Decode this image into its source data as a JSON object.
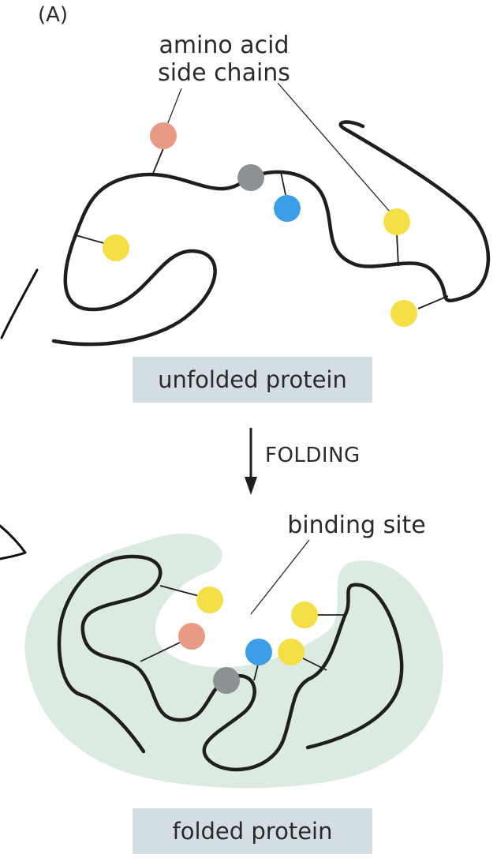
{
  "panel_label": "(A)",
  "labels": {
    "side_chains_line1": "amino acid",
    "side_chains_line2": "side chains",
    "folding_step": "FOLDING",
    "binding_site": "binding site"
  },
  "captions": {
    "unfolded": "unfolded protein",
    "folded": "folded protein"
  },
  "colors": {
    "salmon_side_chain": "#e99a84",
    "gray_side_chain": "#8e9193",
    "blue_side_chain": "#3a9de6",
    "yellow_side_chain": "#f4df46",
    "caption_box": "#d3dde4",
    "folded_shape": "#dcebe1",
    "chain": "#1e1e1e"
  }
}
